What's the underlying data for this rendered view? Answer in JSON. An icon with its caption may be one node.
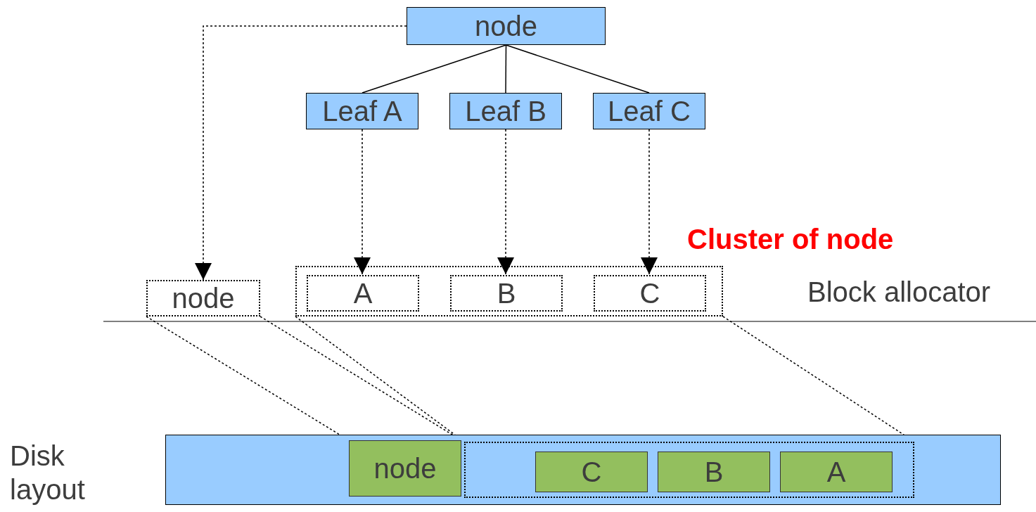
{
  "diagram": {
    "nodes": [
      {
        "text": [
          "node"
        ]
      },
      {
        "text": [
          "Leaf A"
        ]
      },
      {
        "text": [
          "Leaf B"
        ]
      },
      {
        "text": [
          "Leaf C"
        ]
      },
      {
        "text": [
          "node"
        ]
      },
      {
        "text": [
          "Cluster of node"
        ]
      },
      {
        "text": [
          "A"
        ],
        "in": 5
      },
      {
        "text": [
          "B"
        ],
        "in": 5
      },
      {
        "text": [
          "C"
        ],
        "in": 5
      },
      {
        "text": [],
        "shape": "bar"
      },
      {
        "text": [
          "node"
        ],
        "in": 9
      },
      {
        "text": [],
        "shape": "box",
        "in": 9
      },
      {
        "text": [
          "C"
        ],
        "in": 11
      },
      {
        "text": [
          "B"
        ],
        "in": 11
      },
      {
        "text": [
          "A"
        ],
        "in": 11
      }
    ],
    "edges": [
      {
        "from": 0,
        "to": 1,
        "arrow": "none"
      },
      {
        "from": 0,
        "to": 2,
        "arrow": "none"
      },
      {
        "from": 0,
        "to": 3,
        "arrow": "none"
      },
      {
        "from": 0,
        "to": 4,
        "arrow": "to",
        "style": "dashed"
      },
      {
        "from": 1,
        "to": 6,
        "arrow": "to",
        "style": "dashed"
      },
      {
        "from": 2,
        "to": 7,
        "arrow": "to",
        "style": "dashed"
      },
      {
        "from": 3,
        "to": 8,
        "arrow": "to",
        "style": "dashed"
      },
      {
        "from": 4,
        "to": 10,
        "arrow": "none",
        "style": "dashed"
      },
      {
        "from": 4,
        "to": 10,
        "arrow": "none",
        "style": "dashed"
      },
      {
        "from": 5,
        "to": 11,
        "arrow": "none",
        "style": "dashed"
      },
      {
        "from": 5,
        "to": 11,
        "arrow": "none",
        "style": "dashed"
      }
    ],
    "labels": [
      "Block allocator",
      "Disk layout"
    ]
  }
}
